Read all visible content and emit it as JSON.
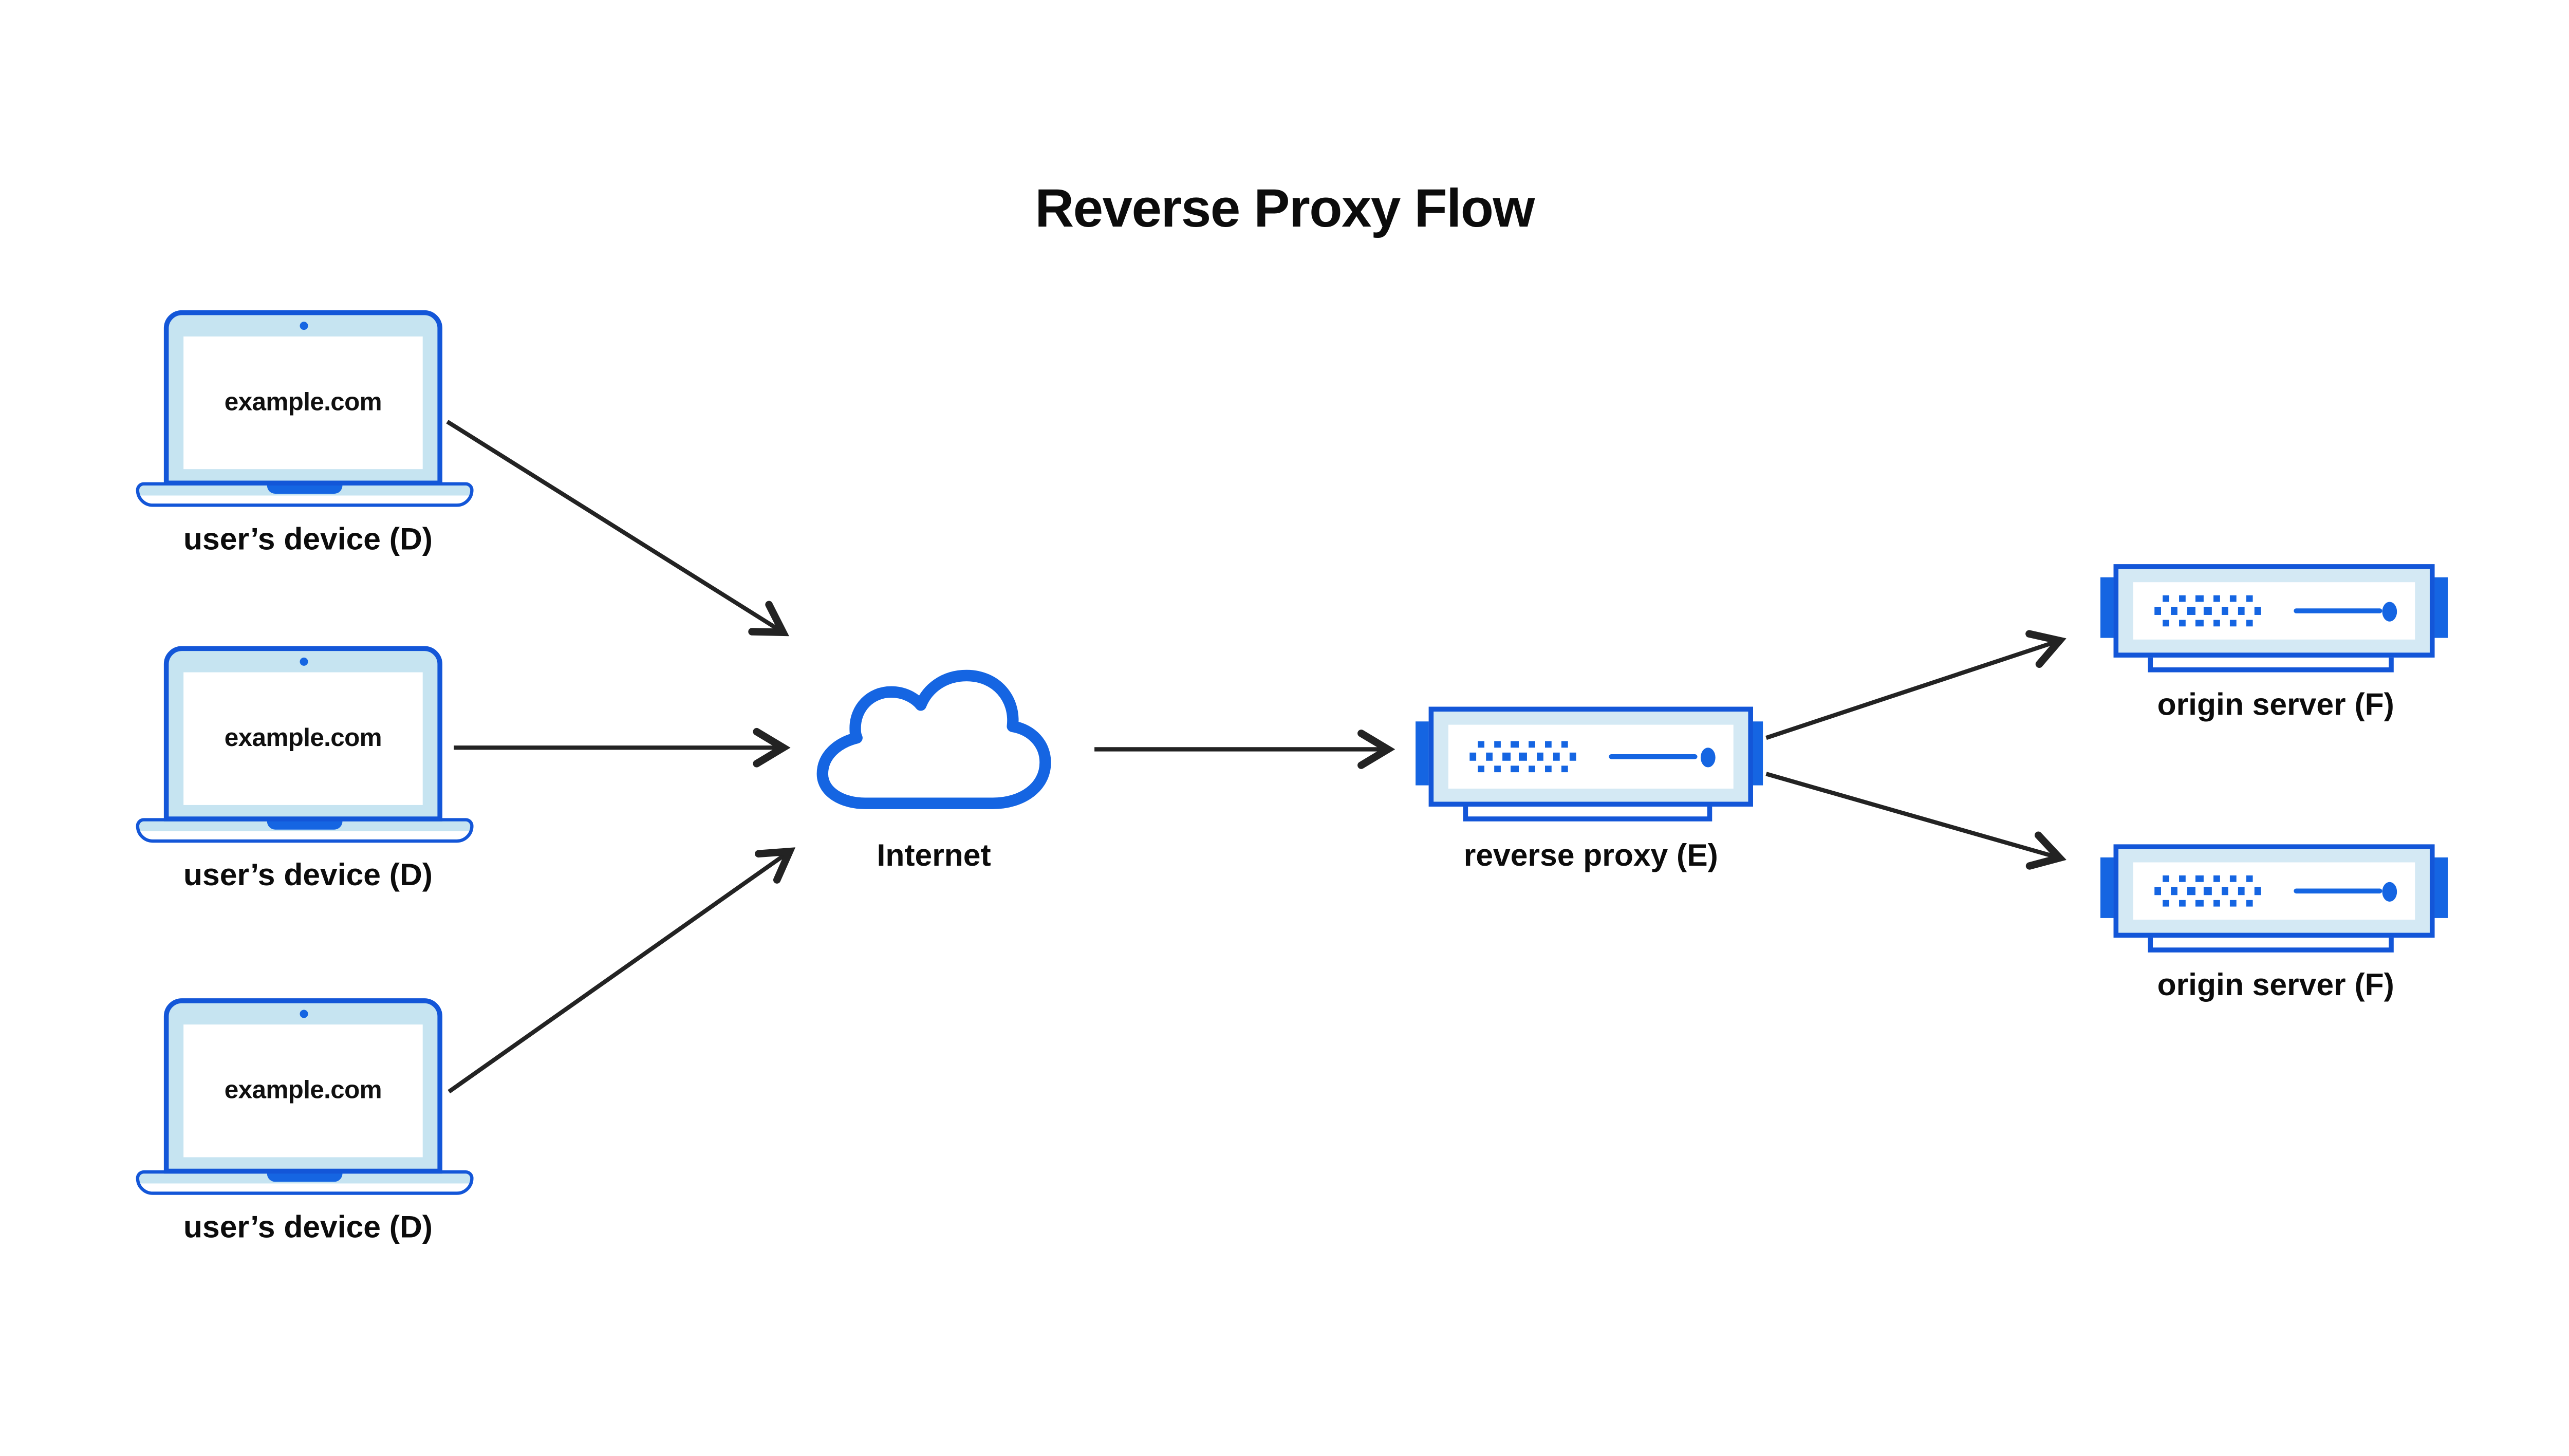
{
  "title": "Reverse Proxy Flow",
  "colors": {
    "blue": "#1356d8",
    "blue_bright": "#1565e2",
    "light_blue": "#c6e4f1",
    "panel_blue": "#d4e9f4",
    "arrow": "#232323",
    "text": "#0c0c0c",
    "background": "#ffffff"
  },
  "nodes": {
    "devices": [
      {
        "id": "user-device-1",
        "icon": "laptop-icon",
        "screen_text": "example.com",
        "label": "user’s device (D)"
      },
      {
        "id": "user-device-2",
        "icon": "laptop-icon",
        "screen_text": "example.com",
        "label": "user’s device (D)"
      },
      {
        "id": "user-device-3",
        "icon": "laptop-icon",
        "screen_text": "example.com",
        "label": "user’s device (D)"
      }
    ],
    "internet": {
      "id": "internet",
      "icon": "cloud-icon",
      "label": "Internet"
    },
    "reverse_proxy": {
      "id": "reverse-proxy",
      "icon": "server-icon",
      "label": "reverse proxy (E)"
    },
    "origin_servers": [
      {
        "id": "origin-server-1",
        "icon": "server-icon",
        "label": "origin server (F)"
      },
      {
        "id": "origin-server-2",
        "icon": "server-icon",
        "label": "origin server (F)"
      }
    ]
  },
  "edges": [
    {
      "from": "user-device-1",
      "to": "internet"
    },
    {
      "from": "user-device-2",
      "to": "internet"
    },
    {
      "from": "user-device-3",
      "to": "internet"
    },
    {
      "from": "internet",
      "to": "reverse-proxy"
    },
    {
      "from": "reverse-proxy",
      "to": "origin-server-1"
    },
    {
      "from": "reverse-proxy",
      "to": "origin-server-2"
    }
  ]
}
